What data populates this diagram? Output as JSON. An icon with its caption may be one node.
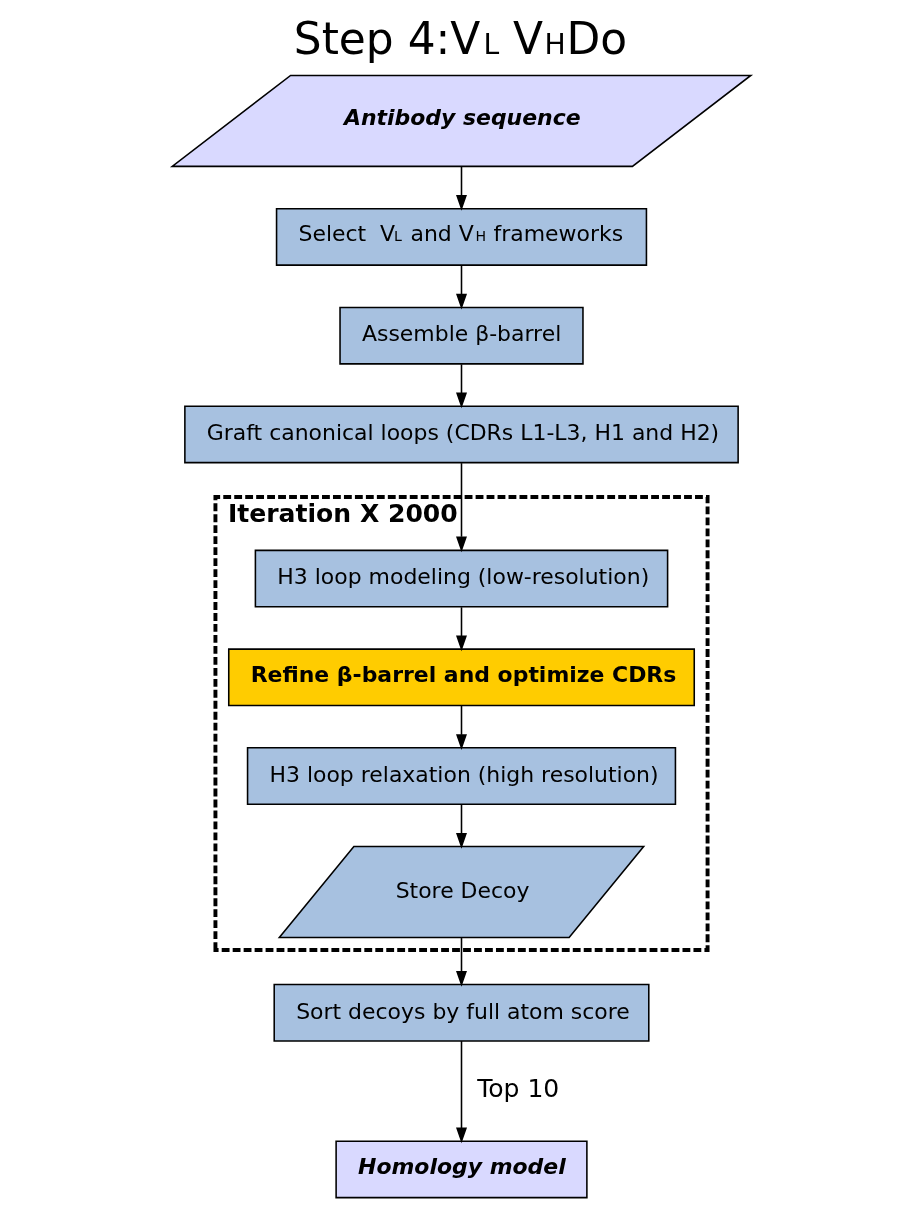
{
  "diagram": {
    "title": "Step 4:V$_{L}$ V$_{H}$Do",
    "nodes": [
      {
        "text": [
          "Antibody sequence"
        ]
      },
      {
        "text": [
          "Select  V$_{L}$ and V$_{H}$ frameworks"
        ]
      },
      {
        "text": [
          "Assemble β-barrel"
        ]
      },
      {
        "text": [
          "Graft canonical loops (CDRs L1-L3, H1 and H2)"
        ]
      },
      {
        "text": [
          "Iteration X 2000"
        ]
      },
      {
        "text": [
          "H3 loop modeling (low-resolution)"
        ],
        "in": 4
      },
      {
        "text": [
          "Refine β-barrel and optimize CDRs"
        ],
        "in": 4
      },
      {
        "text": [
          "H3 loop relaxation (high resolution)"
        ],
        "in": 4
      },
      {
        "text": [
          "Store Decoy"
        ],
        "in": 4
      },
      {
        "text": [
          "Sort decoys by full atom score"
        ]
      },
      {
        "text": [
          "Homology model"
        ]
      }
    ],
    "edges": [
      {
        "from": 0,
        "to": 1,
        "arrow": "to"
      },
      {
        "from": 1,
        "to": 2,
        "arrow": "to"
      },
      {
        "from": 2,
        "to": 3,
        "arrow": "to"
      },
      {
        "from": 3,
        "to": 5,
        "arrow": "to"
      },
      {
        "from": 5,
        "to": 6,
        "arrow": "to"
      },
      {
        "from": 6,
        "to": 7,
        "arrow": "to"
      },
      {
        "from": 7,
        "to": 8,
        "arrow": "to"
      },
      {
        "from": 8,
        "to": 9,
        "arrow": "to"
      },
      {
        "from": 9,
        "to": 10,
        "label": "Top 10",
        "arrow": "to"
      }
    ]
  }
}
